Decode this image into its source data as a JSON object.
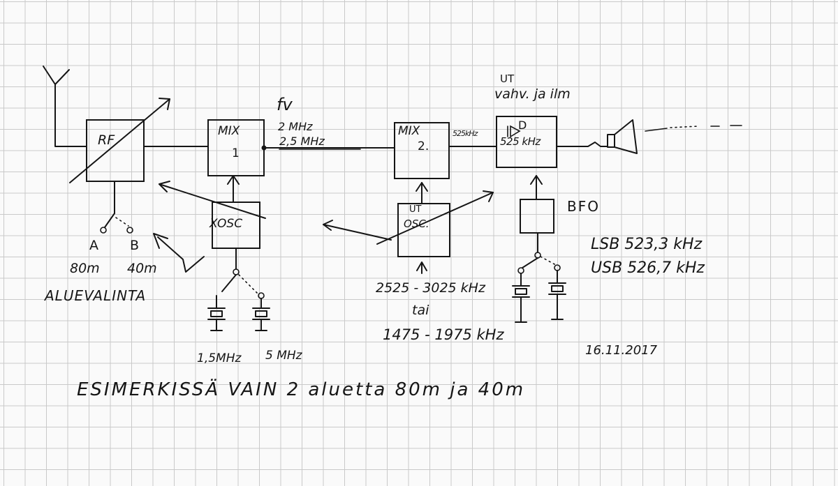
{
  "labels": {
    "rf": "RF",
    "mix1_a": "MIX",
    "mix1_b": "1",
    "fv": "fv",
    "if1_a": "2 MHz",
    "if1_b": "2,5 MHz",
    "mix2_a": "MIX",
    "mix2_b": "2.",
    "if2": "525kHz",
    "ut_title_a": "UT",
    "ut_title_b": "vahv. ja ilm",
    "det_a": "D",
    "det_b": "525 kHz",
    "xosc": "XOSC",
    "utosc_a": "UT",
    "utosc_b": "OSC.",
    "bfo": "BFO",
    "sel_a": "A",
    "sel_b": "B",
    "band_a": "80m",
    "band_b": "40m",
    "alue": "ALUEVALINTA",
    "xtal1": "1,5MHz",
    "xtal2": "5 MHz",
    "osc_range1": "2525 - 3025 kHz",
    "osc_tai": "tai",
    "osc_range2": "1475 - 1975 kHz",
    "lsb": "LSB 523,3 kHz",
    "usb": "USB 526,7 kHz",
    "date": "16.11.2017",
    "footer": "ESIMERKISSÄ VAIN 2 aluetta 80m ja 40m"
  }
}
